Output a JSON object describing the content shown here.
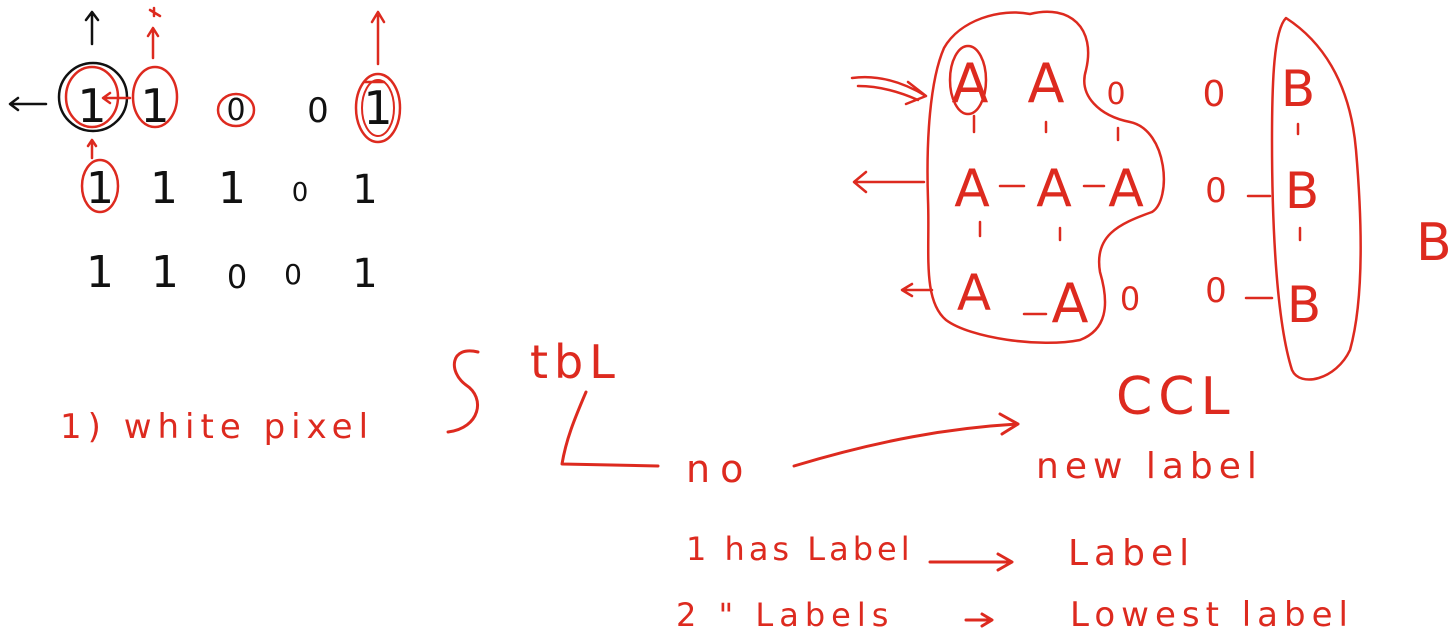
{
  "colors": {
    "ink_red": "#dd2a1f",
    "ink_black": "#111111",
    "background": "#ffffff"
  },
  "grid_left": {
    "rows": [
      [
        "1",
        "1",
        "0",
        "0",
        "1"
      ],
      [
        "1",
        "1",
        "1",
        "0",
        "1"
      ],
      [
        "1",
        "1",
        "0",
        "0",
        "1"
      ]
    ]
  },
  "grid_right": {
    "rows": [
      [
        "A",
        "A",
        "0",
        "0",
        "B"
      ],
      [
        "A",
        "A",
        "A",
        "0",
        "B"
      ],
      [
        "A",
        "A",
        "0",
        "0",
        "B"
      ]
    ],
    "region_label": "B",
    "caption": "CCL"
  },
  "notes": {
    "step1": "1) white pixel",
    "tbl": "tbL",
    "no": "no",
    "new_label": "new label",
    "n1": "1 has Label",
    "n1_result": "Label",
    "n2": "2 \" Labels",
    "n2_result": "Lowest label"
  }
}
